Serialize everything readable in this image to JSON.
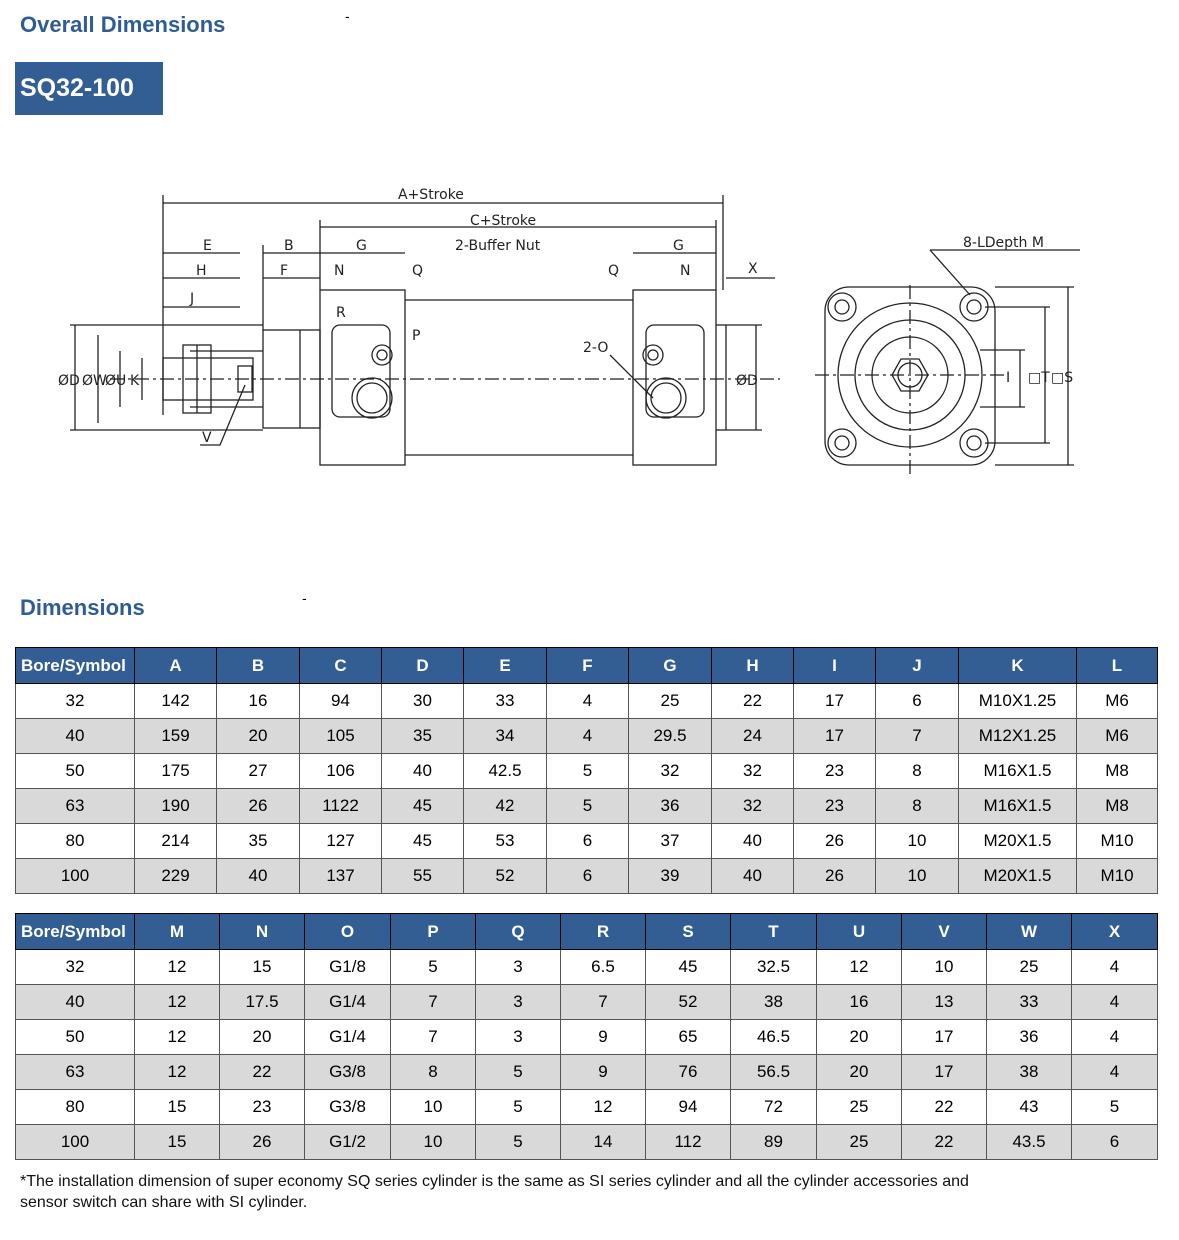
{
  "page": {
    "title": "Overall Dimensions",
    "model": "SQ32-100",
    "dimensions_heading": "Dimensions",
    "dash": "-",
    "footnote": "*The installation dimension of super economy SQ series cylinder is the same as SI series cylinder and all the cylinder accessories and sensor switch can share with SI cylinder."
  },
  "drawing": {
    "labels": {
      "a_stroke": "A+Stroke",
      "c_stroke": "C+Stroke",
      "buffer_nut": "2-Buffer Nut",
      "depth": "8-LDepth M",
      "two_o": "2-O",
      "E": "E",
      "B": "B",
      "G": "G",
      "H": "H",
      "F": "F",
      "N": "N",
      "Q": "Q",
      "X": "X",
      "J": "J",
      "R": "R",
      "P": "P",
      "V": "V",
      "D": "ØD",
      "W": "ØW",
      "U": "ØU",
      "K": "K",
      "D2": "ØD",
      "I": "I",
      "T": "□T",
      "S": "□S"
    }
  },
  "table1": {
    "headers": [
      "Bore/Symbol",
      "A",
      "B",
      "C",
      "D",
      "E",
      "F",
      "G",
      "H",
      "I",
      "J",
      "K",
      "L"
    ],
    "rows": [
      [
        "32",
        "142",
        "16",
        "94",
        "30",
        "33",
        "4",
        "25",
        "22",
        "17",
        "6",
        "M10X1.25",
        "M6"
      ],
      [
        "40",
        "159",
        "20",
        "105",
        "35",
        "34",
        "4",
        "29.5",
        "24",
        "17",
        "7",
        "M12X1.25",
        "M6"
      ],
      [
        "50",
        "175",
        "27",
        "106",
        "40",
        "42.5",
        "5",
        "32",
        "32",
        "23",
        "8",
        "M16X1.5",
        "M8"
      ],
      [
        "63",
        "190",
        "26",
        "1122",
        "45",
        "42",
        "5",
        "36",
        "32",
        "23",
        "8",
        "M16X1.5",
        "M8"
      ],
      [
        "80",
        "214",
        "35",
        "127",
        "45",
        "53",
        "6",
        "37",
        "40",
        "26",
        "10",
        "M20X1.5",
        "M10"
      ],
      [
        "100",
        "229",
        "40",
        "137",
        "55",
        "52",
        "6",
        "39",
        "40",
        "26",
        "10",
        "M20X1.5",
        "M10"
      ]
    ]
  },
  "table2": {
    "headers": [
      "Bore/Symbol",
      "M",
      "N",
      "O",
      "P",
      "Q",
      "R",
      "S",
      "T",
      "U",
      "V",
      "W",
      "X"
    ],
    "rows": [
      [
        "32",
        "12",
        "15",
        "G1/8",
        "5",
        "3",
        "6.5",
        "45",
        "32.5",
        "12",
        "10",
        "25",
        "4"
      ],
      [
        "40",
        "12",
        "17.5",
        "G1/4",
        "7",
        "3",
        "7",
        "52",
        "38",
        "16",
        "13",
        "33",
        "4"
      ],
      [
        "50",
        "12",
        "20",
        "G1/4",
        "7",
        "3",
        "9",
        "65",
        "46.5",
        "20",
        "17",
        "36",
        "4"
      ],
      [
        "63",
        "12",
        "22",
        "G3/8",
        "8",
        "5",
        "9",
        "76",
        "56.5",
        "20",
        "17",
        "38",
        "4"
      ],
      [
        "80",
        "15",
        "23",
        "G3/8",
        "10",
        "5",
        "12",
        "94",
        "72",
        "25",
        "22",
        "43",
        "5"
      ],
      [
        "100",
        "15",
        "26",
        "G1/2",
        "10",
        "5",
        "14",
        "112",
        "89",
        "25",
        "22",
        "43.5",
        "6"
      ]
    ]
  }
}
